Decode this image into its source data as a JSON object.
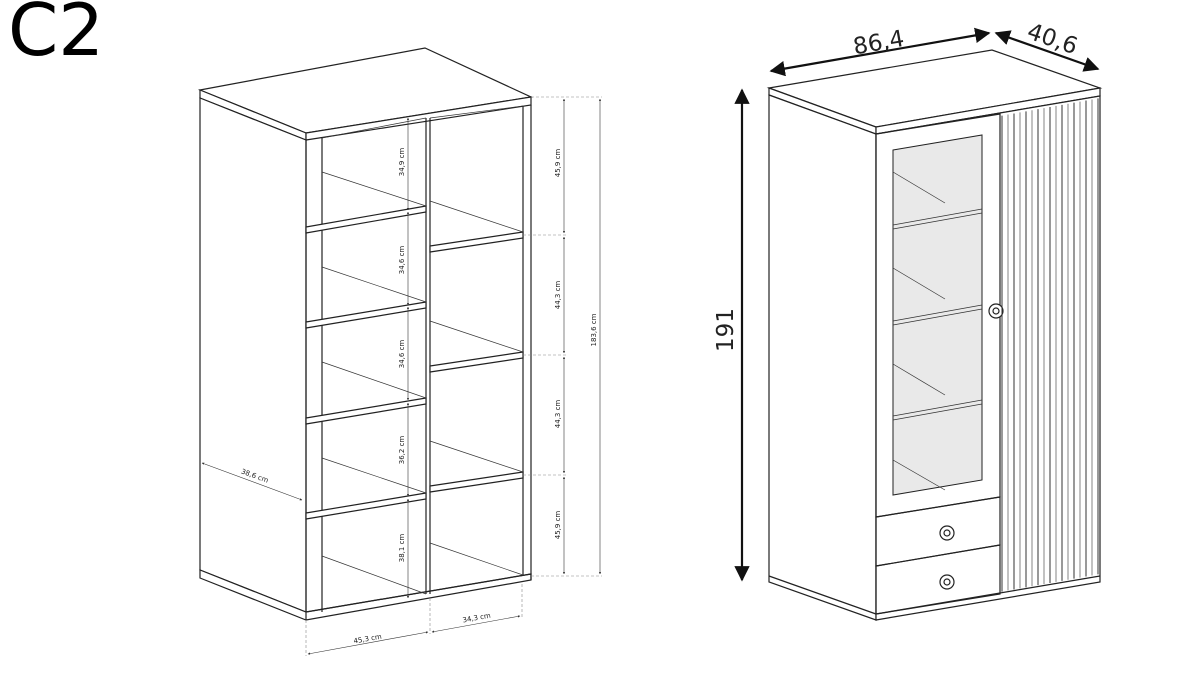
{
  "title": "C2",
  "interior_view": {
    "shelf_gaps_left": [
      "34,9 cm",
      "34,6 cm",
      "34,6 cm",
      "36,2 cm",
      "38,1 cm"
    ],
    "shelf_gaps_right": [
      "45,9 cm",
      "44,3 cm",
      "44,3 cm",
      "45,9 cm"
    ],
    "inner_height": "183,6 cm",
    "depth": "38,6 cm",
    "left_compartment_width": "45,3 cm",
    "right_compartment_width": "34,3 cm"
  },
  "exterior_view": {
    "width": "86,4",
    "depth": "40,6",
    "height": "191"
  }
}
